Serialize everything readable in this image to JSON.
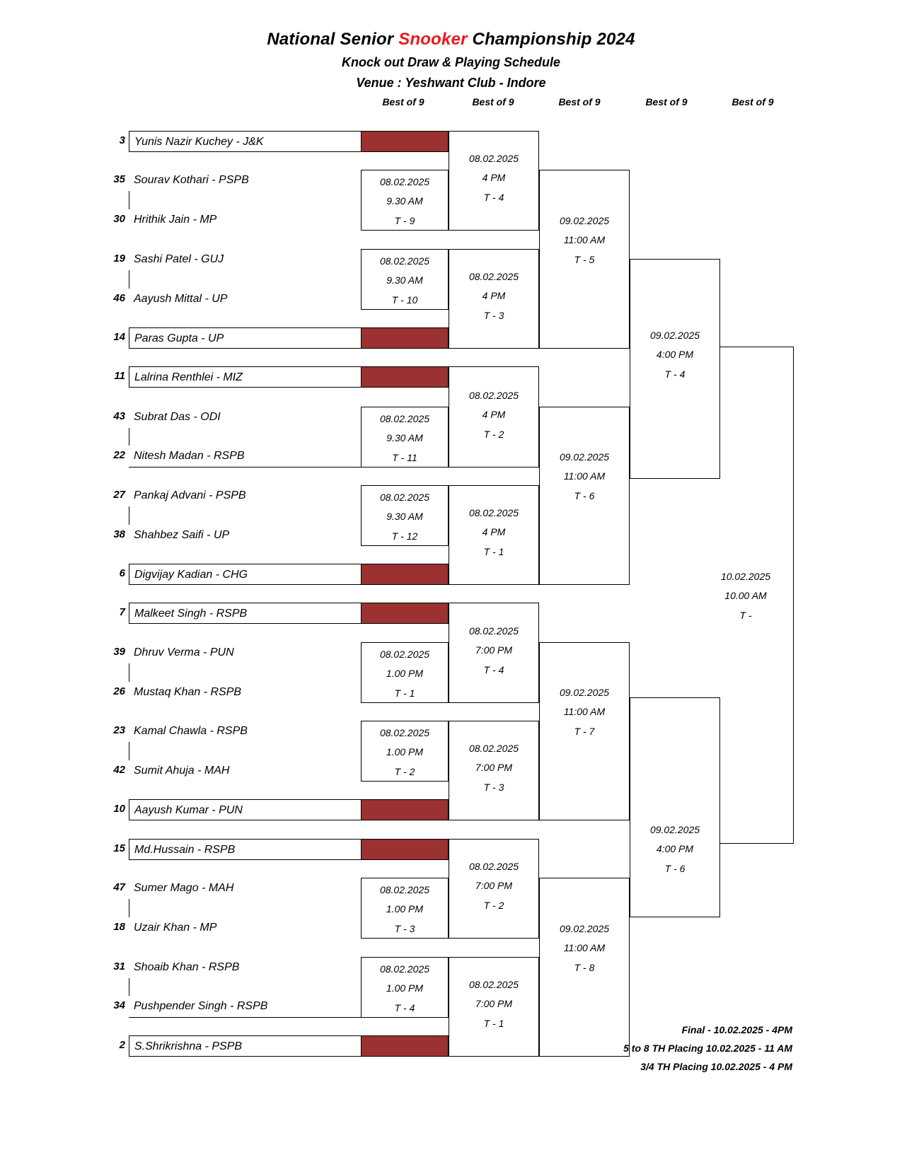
{
  "header": {
    "title_pre": "National Senior ",
    "title_highlight": "Snooker",
    "title_post": " Championship 2024",
    "subtitle": "Knock out Draw & Playing Schedule",
    "venue": "Venue : Yeshwant Club - Indore",
    "highlight_color": "#e8191c"
  },
  "round_labels": [
    "Best of 9",
    "Best of 9",
    "Best of 9",
    "Best of 9",
    "Best of 9"
  ],
  "colors": {
    "bye_block": "#9c3131",
    "line": "#000000",
    "background": "#ffffff"
  },
  "players": [
    {
      "seed": "3",
      "name": "Yunis Nazir Kuchey - J&K"
    },
    {
      "seed": "35",
      "name": "Sourav Kothari - PSPB"
    },
    {
      "seed": "30",
      "name": "Hrithik Jain - MP"
    },
    {
      "seed": "19",
      "name": "Sashi Patel - GUJ"
    },
    {
      "seed": "46",
      "name": "Aayush Mittal - UP"
    },
    {
      "seed": "14",
      "name": "Paras Gupta - UP"
    },
    {
      "seed": "11",
      "name": "Lalrina Renthlei - MIZ"
    },
    {
      "seed": "43",
      "name": "Subrat Das - ODI"
    },
    {
      "seed": "22",
      "name": "Nitesh Madan - RSPB"
    },
    {
      "seed": "27",
      "name": "Pankaj Advani - PSPB"
    },
    {
      "seed": "38",
      "name": "Shahbez Saifi - UP"
    },
    {
      "seed": "6",
      "name": "Digvijay Kadian - CHG"
    },
    {
      "seed": "7",
      "name": "Malkeet Singh - RSPB"
    },
    {
      "seed": "39",
      "name": "Dhruv Verma - PUN"
    },
    {
      "seed": "26",
      "name": "Mustaq Khan - RSPB"
    },
    {
      "seed": "23",
      "name": "Kamal Chawla - RSPB"
    },
    {
      "seed": "42",
      "name": "Sumit Ahuja - MAH"
    },
    {
      "seed": "10",
      "name": "Aayush Kumar - PUN"
    },
    {
      "seed": "15",
      "name": "Md.Hussain - RSPB"
    },
    {
      "seed": "47",
      "name": "Sumer Mago - MAH"
    },
    {
      "seed": "18",
      "name": "Uzair Khan - MP"
    },
    {
      "seed": "31",
      "name": "Shoaib Khan - RSPB"
    },
    {
      "seed": "34",
      "name": "Pushpender Singh - RSPB"
    },
    {
      "seed": "2",
      "name": "S.Shrikrishna - PSPB"
    }
  ],
  "round1": [
    {
      "date": "08.02.2025",
      "time": "9.30 AM",
      "table": "T - 9"
    },
    {
      "date": "08.02.2025",
      "time": "9.30 AM",
      "table": "T - 10"
    },
    {
      "date": "08.02.2025",
      "time": "9.30 AM",
      "table": "T - 11"
    },
    {
      "date": "08.02.2025",
      "time": "9.30 AM",
      "table": "T - 12"
    },
    {
      "date": "08.02.2025",
      "time": "1.00 PM",
      "table": "T - 1"
    },
    {
      "date": "08.02.2025",
      "time": "1.00 PM",
      "table": "T - 2"
    },
    {
      "date": "08.02.2025",
      "time": "1.00 PM",
      "table": "T - 3"
    },
    {
      "date": "08.02.2025",
      "time": "1.00 PM",
      "table": "T - 4"
    }
  ],
  "round2": [
    {
      "date": "08.02.2025",
      "time": "4 PM",
      "table": "T - 4"
    },
    {
      "date": "08.02.2025",
      "time": "4 PM",
      "table": "T - 3"
    },
    {
      "date": "08.02.2025",
      "time": "4 PM",
      "table": "T - 2"
    },
    {
      "date": "08.02.2025",
      "time": "4 PM",
      "table": "T - 1"
    },
    {
      "date": "08.02.2025",
      "time": "7:00 PM",
      "table": "T - 4"
    },
    {
      "date": "08.02.2025",
      "time": "7:00 PM",
      "table": "T - 3"
    },
    {
      "date": "08.02.2025",
      "time": "7:00 PM",
      "table": "T - 2"
    },
    {
      "date": "08.02.2025",
      "time": "7:00 PM",
      "table": "T - 1"
    }
  ],
  "quarterfinals": [
    {
      "date": "09.02.2025",
      "time": "11:00 AM",
      "table": "T - 5"
    },
    {
      "date": "09.02.2025",
      "time": "11:00 AM",
      "table": "T - 6"
    },
    {
      "date": "09.02.2025",
      "time": "11:00 AM",
      "table": "T - 7"
    },
    {
      "date": "09.02.2025",
      "time": "11:00 AM",
      "table": "T - 8"
    }
  ],
  "semifinals": [
    {
      "date": "09.02.2025",
      "time": "4:00 PM",
      "table": "T - 4"
    },
    {
      "date": "09.02.2025",
      "time": "4:00 PM",
      "table": "T - 6"
    }
  ],
  "final": {
    "date": "10.02.2025",
    "time": "10.00 AM",
    "table": "T -"
  },
  "footer_notes": [
    "Final - 10.02.2025 - 4PM",
    "5 to 8 TH Placing 10.02.2025 - 11 AM",
    "3/4 TH Placing 10.02.2025 - 4 PM"
  ]
}
